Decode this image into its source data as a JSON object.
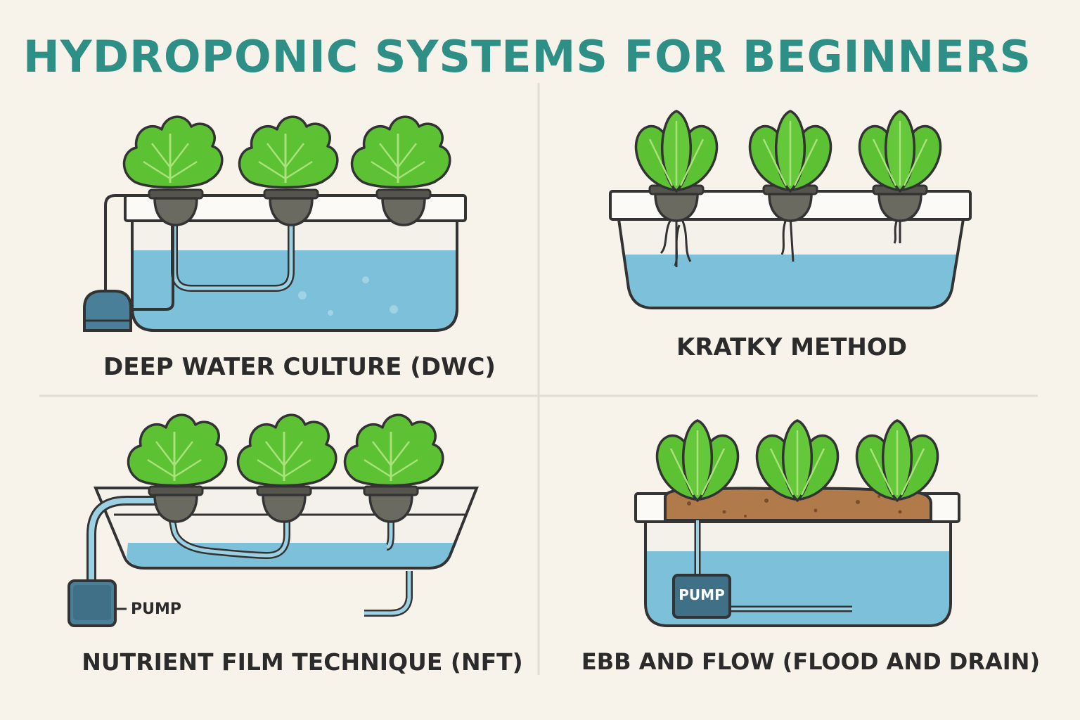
{
  "title": "HYDROPONIC SYSTEMS FOR BEGINNERS",
  "colors": {
    "title": "#2e8f86",
    "background": "#f7f3ea",
    "water": "#7cc0da",
    "leaf": "#5cc233",
    "pot": "#6a6a60",
    "pump": "#4a7f99",
    "soil": "#b07a4a",
    "outline": "#333333"
  },
  "systems": [
    {
      "id": "dwc",
      "caption": "DEEP WATER CULTURE (DWC)"
    },
    {
      "id": "kratky",
      "caption": "KRATKY METHOD"
    },
    {
      "id": "nft",
      "caption": "NUTRIENT FILM TECHNIQUE (NFT)",
      "pump_label": "PUMP"
    },
    {
      "id": "ebb-flow",
      "caption": "EBB AND FLOW (FLOOD AND DRAIN)",
      "pump_label": "PUMP"
    }
  ]
}
